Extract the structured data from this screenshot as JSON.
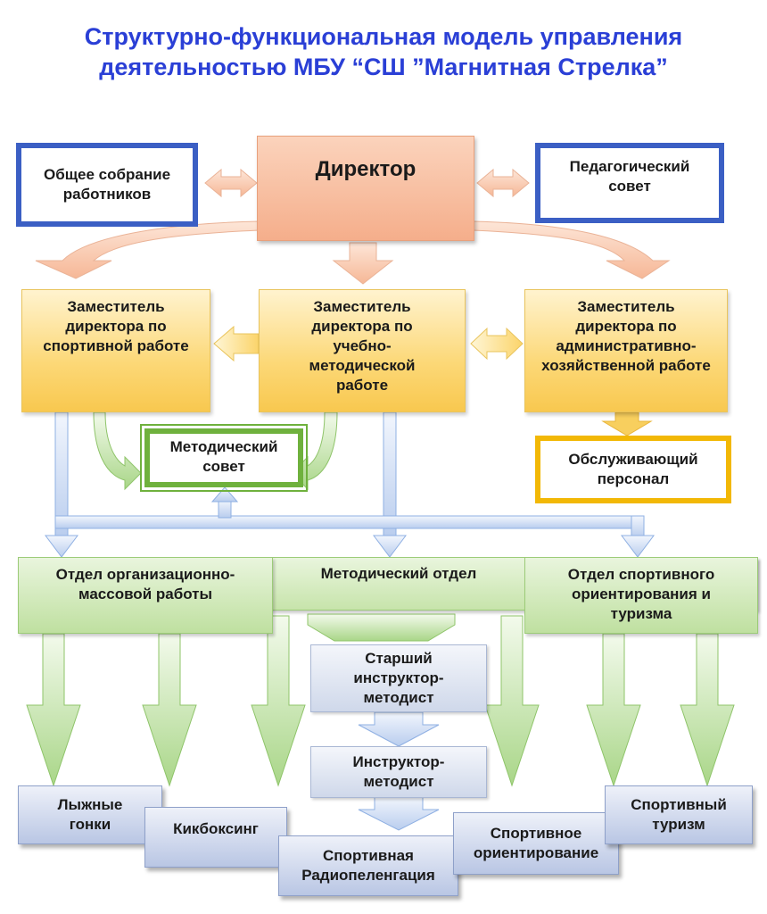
{
  "title": {
    "line1": "Структурно-функциональная модель управления",
    "line2": "деятельностью МБУ “СШ ”Магнитная Стрелка”"
  },
  "colors": {
    "title": "#2a3fd6",
    "blue_frame": "#3b5fc4",
    "green_frame": "#6fb13d",
    "orange_frame": "#f2b806",
    "director": "#f5ae8b",
    "deputy": "#fcd877",
    "department": "#bfe0a0",
    "instructor": "#cfd8ea"
  },
  "nodes": {
    "general_meeting": "Общее собрание работников",
    "director": "Директор",
    "ped_council": "Педагогический совет",
    "deputy_sport": "Заместитель директора по спортивной работе",
    "deputy_method": "Заместитель директора по учебно-методической работе",
    "deputy_admin": "Заместитель директора по административно-хозяйственной работе",
    "method_council": "Методический совет",
    "service_staff": "Обслуживающий персонал",
    "dept_mass": "Отдел организационно-массовой работы",
    "dept_method": "Методический отдел",
    "dept_orient": "Отдел спортивного ориентирования и туризма",
    "senior_instructor": "Старший инструктор-методист",
    "instructor": "Инструктор-методист",
    "ski": "Лыжные гонки",
    "kickbox": "Кикбоксинг",
    "radio": "Спортивная Радиопеленгация",
    "orienteering": "Спортивное ориентирование",
    "tourism": "Спортивный туризм"
  }
}
